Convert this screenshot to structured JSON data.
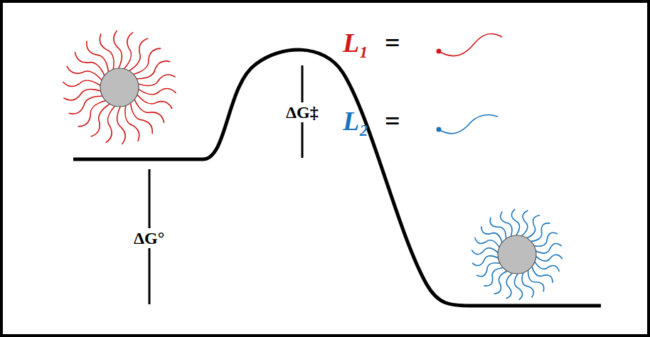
{
  "diagram": {
    "labels": [
      "ΔG‡",
      "ΔG°",
      "L₁",
      "=",
      "L₂",
      "="
    ]
  }
}
